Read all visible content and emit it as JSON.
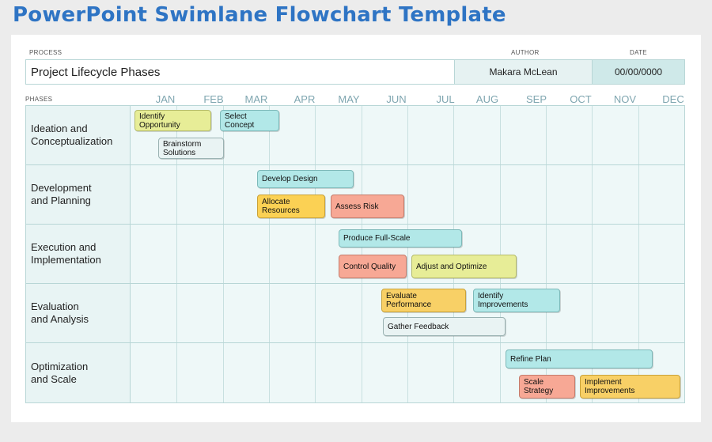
{
  "title": "PowerPoint Swimlane Flowchart Template",
  "header": {
    "process_label": "PROCESS",
    "process_value": "Project Lifecycle Phases",
    "author_label": "AUTHOR",
    "author_value": "Makara McLean",
    "date_label": "DATE",
    "date_value": "00/00/0000"
  },
  "phases_label": "PHASES",
  "months": [
    "JAN",
    "FEB",
    "MAR",
    "APR",
    "MAY",
    "JUN",
    "JUL",
    "AUG",
    "SEP",
    "OCT",
    "NOV",
    "DEC"
  ],
  "lanes": [
    {
      "name": "Ideation and\nConceptualization",
      "tasks": [
        {
          "label": "Identify\nOpportunity",
          "color": "yellow"
        },
        {
          "label": "Select\nConcept",
          "color": "teal"
        },
        {
          "label": "Brainstorm\nSolutions",
          "color": "white"
        }
      ]
    },
    {
      "name": "Development\nand Planning",
      "tasks": [
        {
          "label": "Develop Design",
          "color": "teal"
        },
        {
          "label": "Allocate\nResources",
          "color": "orange"
        },
        {
          "label": "Assess Risk",
          "color": "red"
        }
      ]
    },
    {
      "name": "Execution and\nImplementation",
      "tasks": [
        {
          "label": "Produce Full-Scale",
          "color": "teal"
        },
        {
          "label": "Control Quality",
          "color": "red"
        },
        {
          "label": "Adjust and Optimize",
          "color": "yellow"
        }
      ]
    },
    {
      "name": "Evaluation\nand Analysis",
      "tasks": [
        {
          "label": "Evaluate\nPerformance",
          "color": "gold"
        },
        {
          "label": "Identify\nImprovements",
          "color": "teal"
        },
        {
          "label": "Gather Feedback",
          "color": "white"
        }
      ]
    },
    {
      "name": "Optimization\nand Scale",
      "tasks": [
        {
          "label": "Refine Plan",
          "color": "teal"
        },
        {
          "label": "Scale\nStrategy",
          "color": "red"
        },
        {
          "label": "Implement\nImprovements",
          "color": "gold"
        }
      ]
    }
  ]
}
